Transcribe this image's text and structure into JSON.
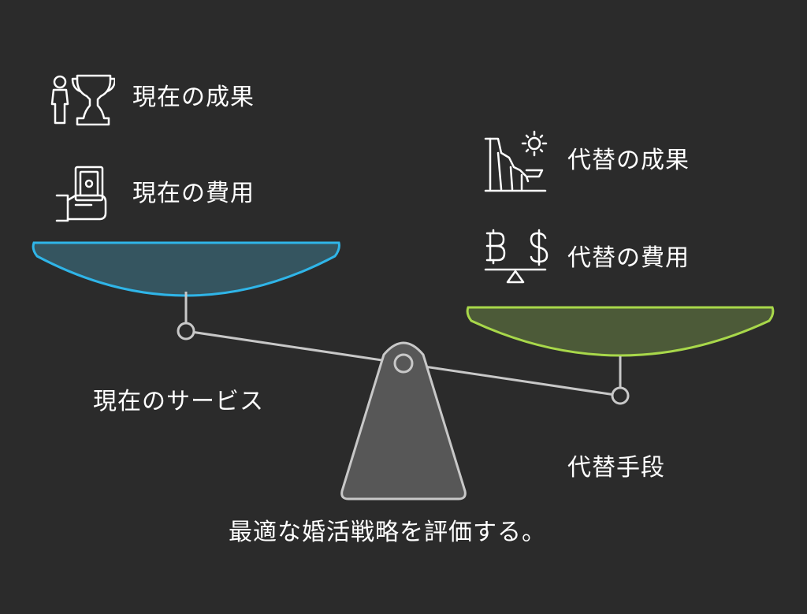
{
  "left_side": {
    "name": "現在のサービス",
    "items": [
      {
        "label": "現在の成果",
        "icon": "person-trophy-icon"
      },
      {
        "label": "現在の費用",
        "icon": "hand-money-icon"
      }
    ],
    "color": "#2fb5e8",
    "fill": "#355560"
  },
  "right_side": {
    "name": "代替手段",
    "items": [
      {
        "label": "代替の成果",
        "icon": "landscape-sun-icon"
      },
      {
        "label": "代替の費用",
        "icon": "currency-balance-icon"
      }
    ],
    "color": "#a8d84a",
    "fill": "#4c5a38"
  },
  "footer": "最適な婚活戦略を評価する。",
  "colors": {
    "background": "#2b2b2b",
    "beam": "#c8c8c8",
    "fulcrum": "#575757"
  }
}
